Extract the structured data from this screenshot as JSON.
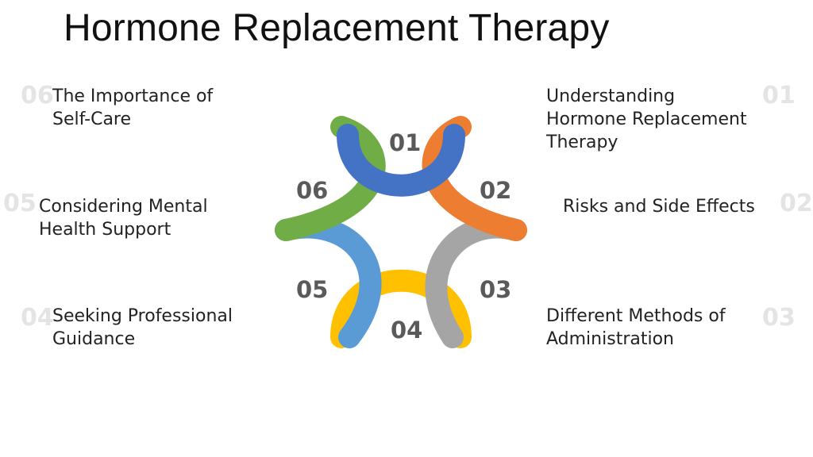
{
  "title": "Hormone Replacement Therapy",
  "items": [
    {
      "num": "01",
      "label": "Understanding Hormone Replacement Therapy",
      "color": "#4472c4"
    },
    {
      "num": "02",
      "label": "Risks and Side Effects",
      "color": "#ed7d31"
    },
    {
      "num": "03",
      "label": "Different Methods of Administration",
      "color": "#a5a5a5"
    },
    {
      "num": "04",
      "label": "Seeking Professional Guidance",
      "color": "#ffc000"
    },
    {
      "num": "05",
      "label": "Considering Mental Health Support",
      "color": "#5b9bd5"
    },
    {
      "num": "06",
      "label": "The Importance of Self-Care",
      "color": "#70ad47"
    }
  ]
}
